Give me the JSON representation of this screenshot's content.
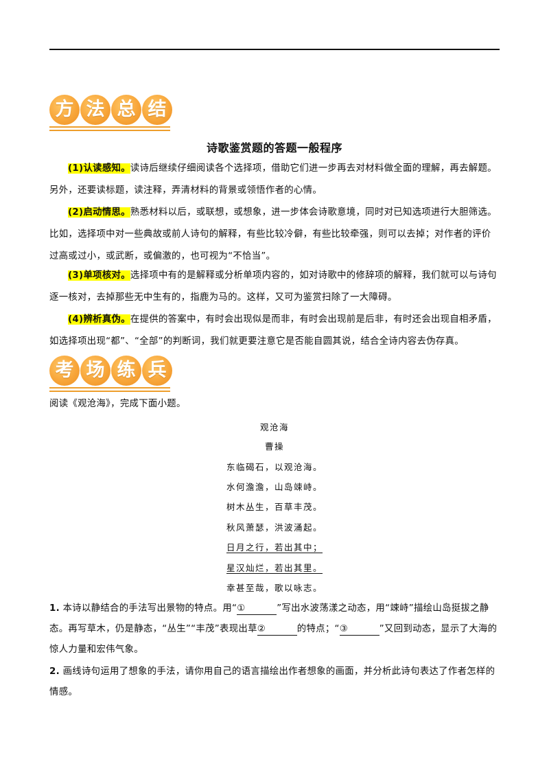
{
  "banner1": [
    "方",
    "法",
    "总",
    "结"
  ],
  "banner2": [
    "考",
    "场",
    "练",
    "兵"
  ],
  "section_title": "诗歌鉴赏题的答题一般程序",
  "steps": [
    {
      "label": "(1)认读感知。",
      "text": "读诗后继续仔细阅读各个选择项，借助它们进一步再去对材料做全面的理解，再去解题。另外，还要读标题，读注释，弄清材料的背景或领悟作者的心情。"
    },
    {
      "label": "(2)启动情思。",
      "text": "熟悉材料以后，或联想，或想象，进一步体会诗歌意境，同时对已知选项进行大胆筛选。比如，选择项中对一些典故或前人诗句的解释，有些比较冷僻，有些比较牵强，则可以去掉；对作者的评价过高或过小，或武断，或偏激的，也可视为“不恰当”。"
    },
    {
      "label": "(3)单项核对。",
      "text": "选择项中有的是解释或分析单项内容的，如对诗歌中的修辞项的解释，我们就可以与诗句逐一核对，去掉那些无中生有的，指鹿为马的。这样，又可为鉴赏扫除了一大障碍。"
    },
    {
      "label": "(4)辨析真伪。",
      "text": "在提供的答案中，有时会出现似是而非，有时会出现前是后非，有时还会出现自相矛盾，如选择项出现“都”、“全部”的判断词，我们就更要注意它是否能自圆其说，结合全诗内容去伪存真。"
    }
  ],
  "instruction": "阅读《观沧海》，完成下面小题。",
  "poem": {
    "title": "观沧海",
    "author": "曹操",
    "lines": [
      {
        "text": "东临碣石，以观沧海。",
        "underline": false
      },
      {
        "text": "水何澹澹，山岛竦峙。",
        "underline": false
      },
      {
        "text": "树木丛生，百草丰茂。",
        "underline": false
      },
      {
        "text": "秋风萧瑟，洪波涌起。",
        "underline": false
      },
      {
        "text": "日月之行，若出其中；",
        "underline": true
      },
      {
        "text": "星汉灿烂，若出其里。",
        "underline": true
      },
      {
        "text": "幸甚至哉，歌以咏志。",
        "underline": false
      }
    ]
  },
  "q1": {
    "num": "1.",
    "p1": "本诗以静结合的手法写出景物的特点。用“",
    "b1": "①",
    "p2": "”写出水波荡漾之动态，用“竦峙”描绘山岛挺拔之静态。再写草木，仍是静态，“丛生”“丰茂”表现出草",
    "b2": "②",
    "p3": "的特点；“",
    "b3": "③",
    "p4": "”又回到动态，显示了大海的惊人力量和宏伟气象。"
  },
  "q2": {
    "num": "2.",
    "text": "画线诗句运用了想象的手法，请你用自己的语言描绘出作者想象的画面，并分析此诗句表达了作者怎样的情感。"
  },
  "colors": {
    "banner_orange": "#f8a63a",
    "highlight": "#ffff00"
  }
}
